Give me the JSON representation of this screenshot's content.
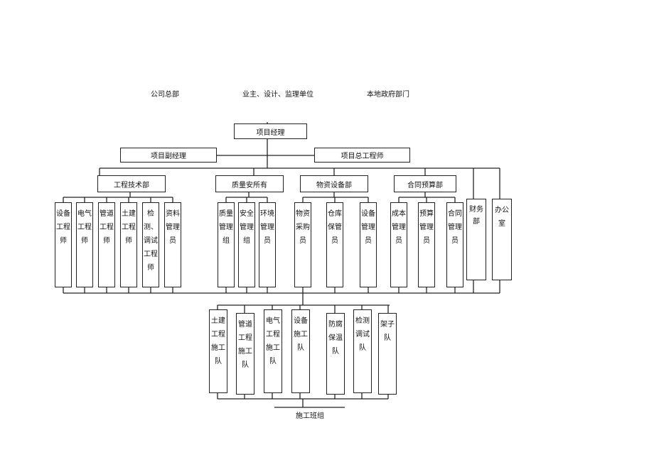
{
  "external": {
    "hq": "公司总部",
    "owner": "业主、设计、监理单位",
    "gov": "本地政府部门"
  },
  "pm": "项目经理",
  "deputy_pm": "项目副经理",
  "chief_engineer": "项目总工程师",
  "departments": {
    "tech": "工程技术部",
    "quality": "质量安所有",
    "material": "物资设备部",
    "contract": "合同预算部"
  },
  "tech_units": [
    "设备工程师",
    "电气工程师",
    "管道工程师",
    "土建工程师",
    "检测、调试工程师",
    "资料管理员"
  ],
  "quality_units": [
    "质量管理组",
    "安全管理组",
    "环境管理员"
  ],
  "material_units": [
    "物资采购员",
    "仓库保管员",
    "设备管理员"
  ],
  "contract_units": [
    "成本管理员",
    "预算管理员",
    "合同管理员"
  ],
  "finance": "财务部",
  "office": "办公室",
  "teams": [
    "土建工程施工队",
    "管道工程施工队",
    "电气工程施工队",
    "设备施工队",
    "防腐保温队",
    "检测调试队",
    "架子队"
  ],
  "teams_label": "施工班组"
}
